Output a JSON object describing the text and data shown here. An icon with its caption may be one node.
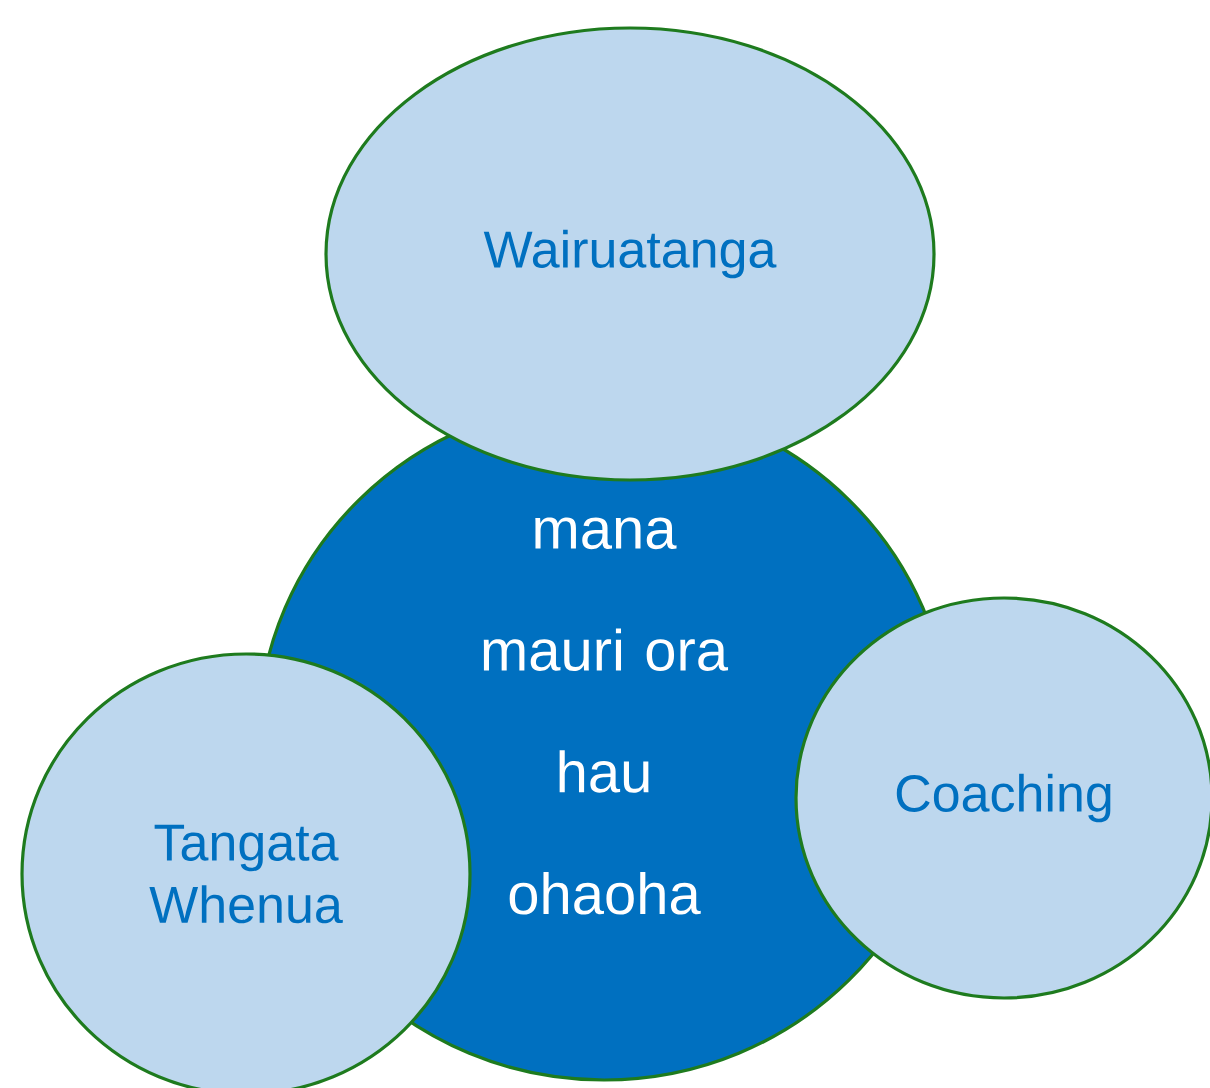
{
  "diagram": {
    "nodes": [
      {
        "text": [
          "Wairuatanga"
        ]
      },
      {
        "text": [
          "mana",
          "mauri ora",
          "hau",
          "ohaoha"
        ]
      },
      {
        "text": [
          "Coaching"
        ]
      },
      {
        "text": [
          "Tangata Whenua"
        ]
      }
    ]
  }
}
